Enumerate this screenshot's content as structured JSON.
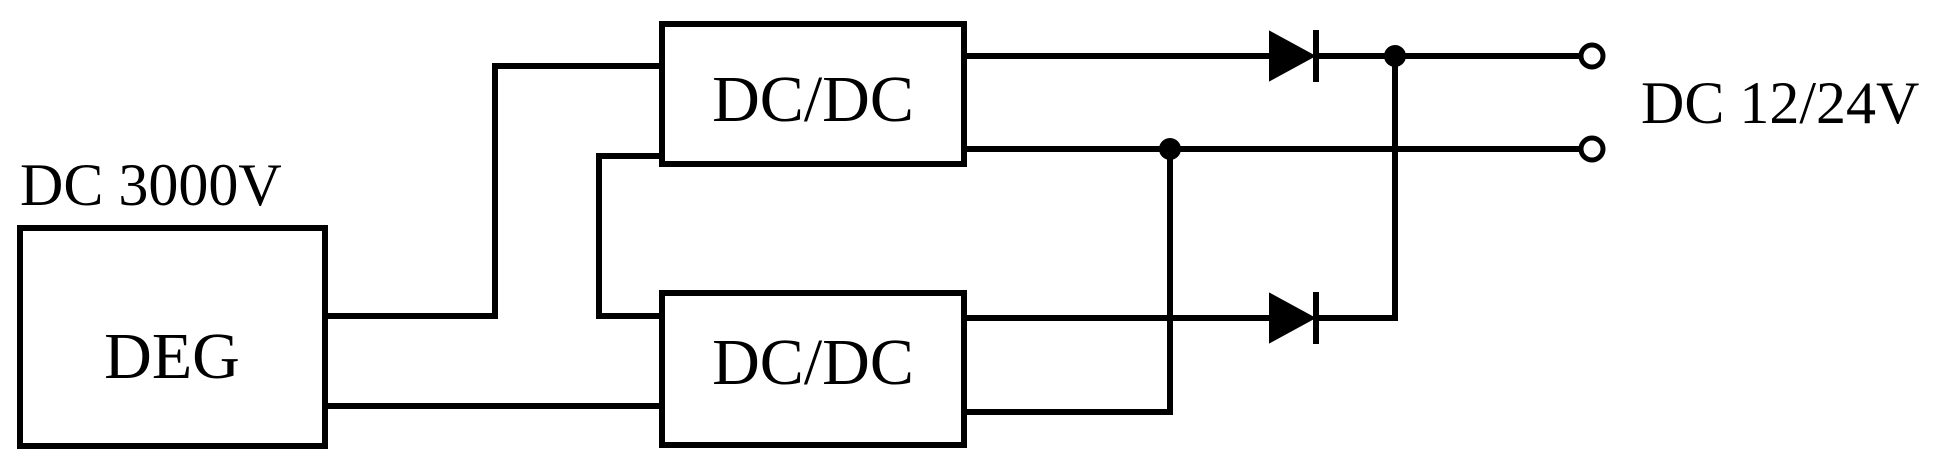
{
  "diagram": {
    "source_label": "DC 3000V",
    "output_label": "DC 12/24V",
    "blocks": {
      "generator": {
        "label": "DEG"
      },
      "converter_top": {
        "label": "DC/DC"
      },
      "converter_bottom": {
        "label": "DC/DC"
      }
    }
  },
  "colors": {
    "stroke": "#000000",
    "background": "#ffffff"
  },
  "icons": [
    "diode-icon",
    "terminal-icon",
    "junction-dot"
  ]
}
